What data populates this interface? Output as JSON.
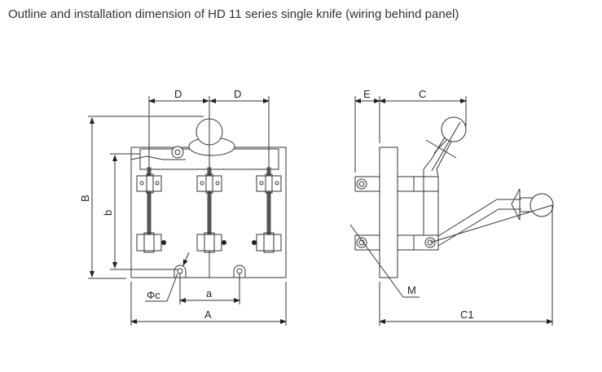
{
  "title": "Outline and installation dimension of HD 11 series single knife (wiring behind panel)",
  "front_view": {
    "labels": {
      "D1": "D",
      "D2": "D",
      "B": "B",
      "b": "b",
      "phi_c": "Φc",
      "a": "a",
      "A": "A"
    }
  },
  "side_view": {
    "labels": {
      "E": "E",
      "C": "C",
      "M": "M",
      "C1": "C1"
    }
  }
}
